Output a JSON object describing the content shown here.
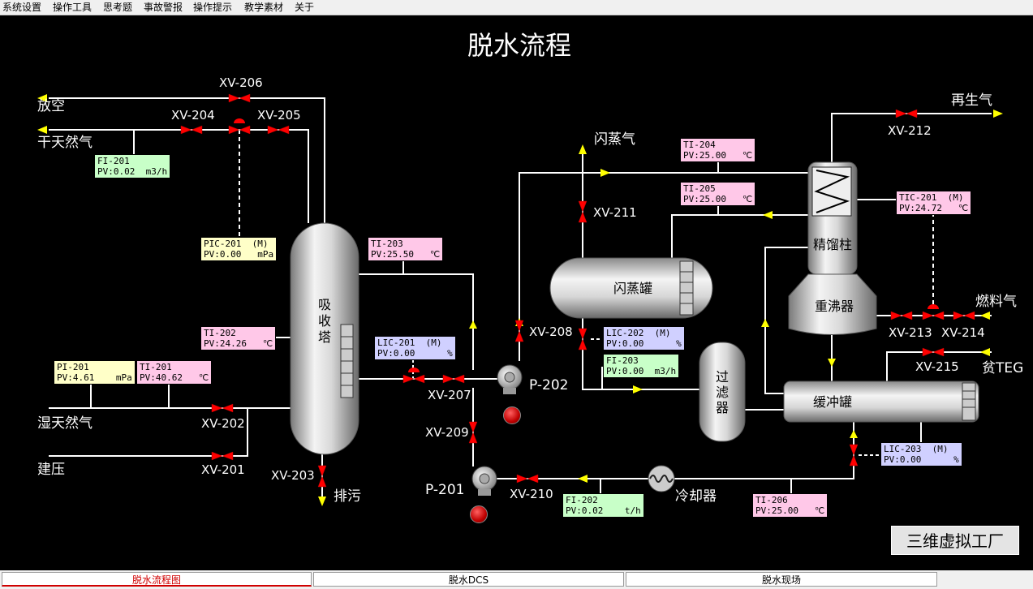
{
  "menu": [
    "系统设置",
    "操作工具",
    "思考题",
    "事故警报",
    "操作提示",
    "教学素材",
    "关于"
  ],
  "title": "脱水流程",
  "streams": {
    "vent": "放空",
    "dry_gas": "干天然气",
    "wet_gas": "湿天然气",
    "pressurize": "建压",
    "drain": "排污",
    "flash_gas": "闪蒸气",
    "regen_gas": "再生气",
    "fuel_gas": "燃料气",
    "lean_teg": "贫TEG"
  },
  "equipment": {
    "absorber_1": "吸",
    "absorber_2": "收",
    "absorber_3": "塔",
    "flash_tank": "闪蒸罐",
    "still_column": "精馏柱",
    "reboiler": "重沸器",
    "filter_1": "过",
    "filter_2": "滤",
    "filter_3": "器",
    "surge_tank": "缓冲罐",
    "cooler": "冷却器",
    "pump_p202": "P-202",
    "pump_p201": "P-201"
  },
  "valves": {
    "xv206": "XV-206",
    "xv204": "XV-204",
    "xv205": "XV-205",
    "xv202": "XV-202",
    "xv201": "XV-201",
    "xv203": "XV-203",
    "xv207": "XV-207",
    "xv209": "XV-209",
    "xv210": "XV-210",
    "xv208": "XV-208",
    "xv211": "XV-211",
    "xv212": "XV-212",
    "xv213": "XV-213",
    "xv214": "XV-214",
    "xv215": "XV-215"
  },
  "instruments": {
    "fi201": {
      "line1": "FI-201",
      "line2": "PV:0.02  m3/h"
    },
    "pic201": {
      "line1": "PIC-201  (M)",
      "line2": "PV:0.00   mPa"
    },
    "ti203": {
      "line1": "TI-203",
      "line2": "PV:25.50   ℃"
    },
    "ti202": {
      "line1": "TI-202",
      "line2": "PV:24.26   ℃"
    },
    "lic201": {
      "line1": "LIC-201  (M)",
      "line2": "PV:0.00      %"
    },
    "pi201": {
      "line1": "PI-201",
      "line2": "PV:4.61    mPa"
    },
    "ti201": {
      "line1": "TI-201",
      "line2": "PV:40.62   ℃"
    },
    "ti204": {
      "line1": "TI-204",
      "line2": "PV:25.00   ℃"
    },
    "ti205": {
      "line1": "TI-205",
      "line2": "PV:25.00   ℃"
    },
    "tic201": {
      "line1": "TIC-201  (M)",
      "line2": "PV:24.72   ℃"
    },
    "lic202": {
      "line1": "LIC-202  (M)",
      "line2": "PV:0.00      %"
    },
    "fi203": {
      "line1": "FI-203",
      "line2": "PV:0.00  m3/h"
    },
    "lic203": {
      "line1": "LIC-203  (M)",
      "line2": "PV:0.00      %"
    },
    "fi202": {
      "line1": "FI-202",
      "line2": "PV:0.02    t/h"
    },
    "ti206": {
      "line1": "TI-206",
      "line2": "PV:25.00   ℃"
    }
  },
  "factory_button": "三维虚拟工厂",
  "tabs": [
    "脱水流程图",
    "脱水DCS",
    "脱水现场"
  ],
  "colors": {
    "pipe": "#ffffff",
    "valve": "#ff0000",
    "arrow": "#ffff00",
    "background": "#000000"
  }
}
